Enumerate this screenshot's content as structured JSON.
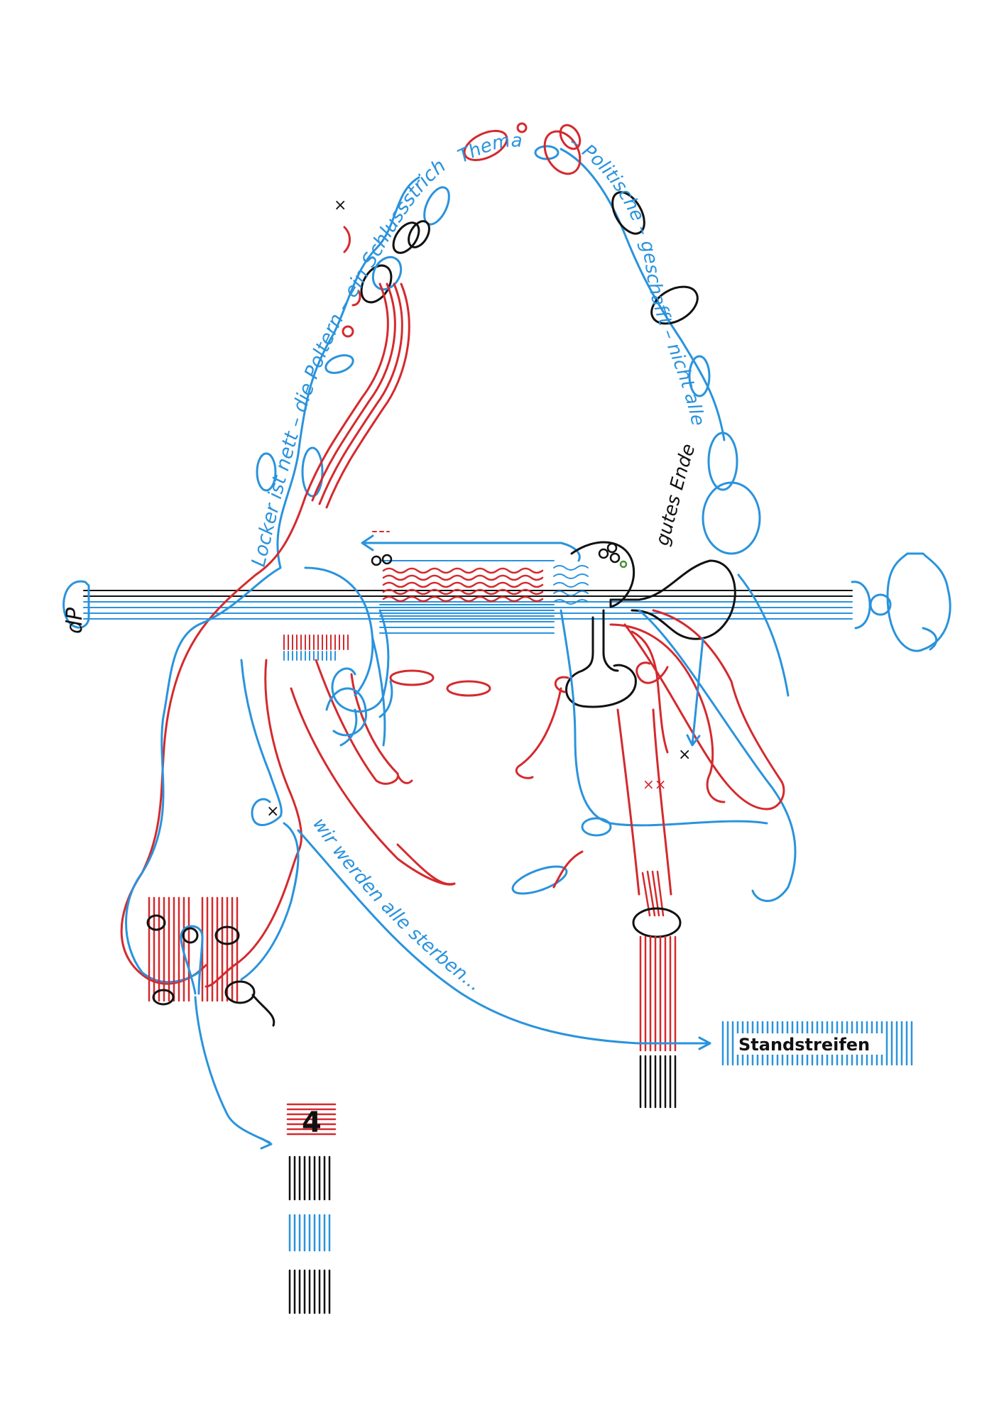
{
  "artwork": {
    "phrases": {
      "arc_left": "Locker ist nett – die Poltern – ein Schlussstrich",
      "arc_top": "Thema",
      "arc_right": "– Politische – geschafft – nicht alles",
      "arc_right_lower": "gutes Ende",
      "curve_lower": "wir werden alle sterben...",
      "stripe_box": "Standstreifen",
      "stripe_number": "4",
      "signature": "dP"
    },
    "colors": {
      "red": "#d42a2e",
      "blue": "#2a93dc",
      "black": "#111111",
      "green": "#4a8f3a",
      "paper": "#ffffff"
    }
  }
}
